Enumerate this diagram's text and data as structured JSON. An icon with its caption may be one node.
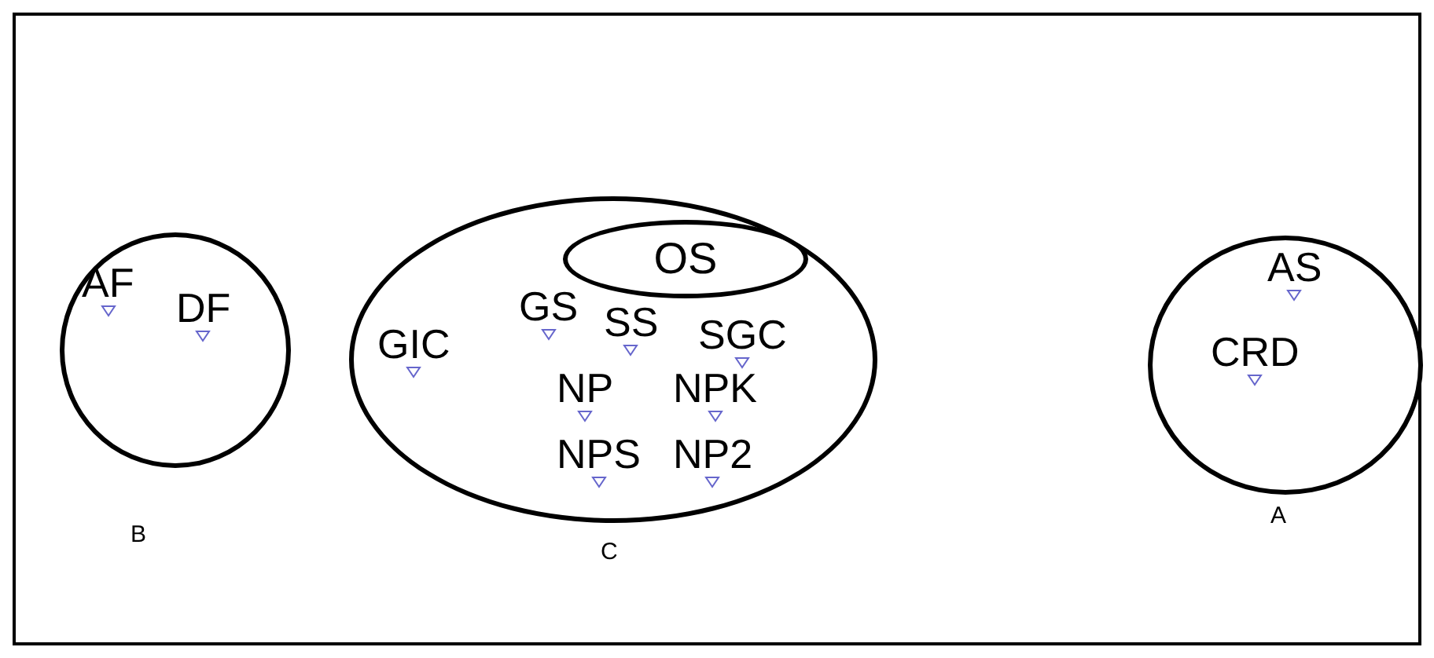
{
  "diagram": {
    "nodes": [
      {
        "text": [
          "B"
        ]
      },
      {
        "text": [
          "AF"
        ],
        "in": 0
      },
      {
        "text": [
          "DF"
        ],
        "in": 0
      },
      {
        "text": [
          "C"
        ]
      },
      {
        "text": [
          "OS"
        ],
        "in": 3
      },
      {
        "text": [
          "GIC"
        ],
        "in": 3
      },
      {
        "text": [
          "GS"
        ],
        "in": 3
      },
      {
        "text": [
          "SS"
        ],
        "in": 3
      },
      {
        "text": [
          "SGC"
        ],
        "in": 3
      },
      {
        "text": [
          "NP"
        ],
        "in": 3
      },
      {
        "text": [
          "NPK"
        ],
        "in": 3
      },
      {
        "text": [
          "NPS"
        ],
        "in": 3
      },
      {
        "text": [
          "NP2"
        ],
        "in": 3
      },
      {
        "text": [
          "A"
        ]
      },
      {
        "text": [
          "AS"
        ],
        "in": 13
      },
      {
        "text": [
          "CRD"
        ],
        "in": 13
      }
    ]
  }
}
